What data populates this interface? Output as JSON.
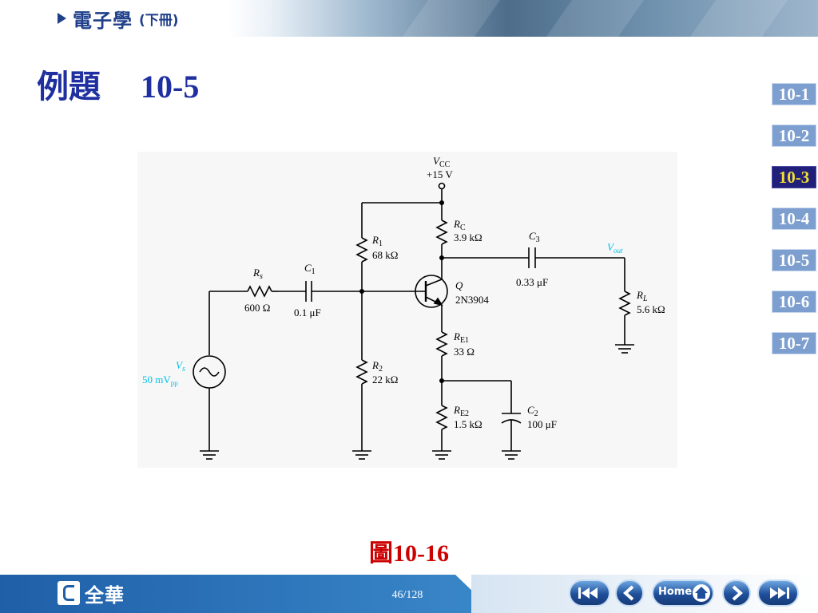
{
  "header": {
    "book_title": "電子學",
    "volume": "(下冊)"
  },
  "slide": {
    "title_word": "例題",
    "title_number": "10-5"
  },
  "section_nav": [
    {
      "label": "10-1",
      "active": false
    },
    {
      "label": "10-2",
      "active": false
    },
    {
      "label": "10-3",
      "active": true
    },
    {
      "label": "10-4",
      "active": false
    },
    {
      "label": "10-5",
      "active": false
    },
    {
      "label": "10-6",
      "active": false
    },
    {
      "label": "10-7",
      "active": false
    }
  ],
  "circuit": {
    "vcc": {
      "name": "V",
      "sub": "CC",
      "value": "+15 V"
    },
    "rs": {
      "name": "R",
      "sub": "s",
      "value": "600 Ω"
    },
    "c1": {
      "name": "C",
      "sub": "1",
      "value": "0.1 μF"
    },
    "r1": {
      "name": "R",
      "sub": "1",
      "value": "68 kΩ"
    },
    "r2": {
      "name": "R",
      "sub": "2",
      "value": "22 kΩ"
    },
    "rc": {
      "name": "R",
      "sub": "C",
      "value": "3.9 kΩ"
    },
    "re1": {
      "name": "R",
      "sub": "E1",
      "value": "33 Ω"
    },
    "re2": {
      "name": "R",
      "sub": "E2",
      "value": "1.5 kΩ"
    },
    "c2": {
      "name": "C",
      "sub": "2",
      "value": "100 μF"
    },
    "c3": {
      "name": "C",
      "sub": "3",
      "value": "0.33 μF"
    },
    "rl": {
      "name": "R",
      "sub": "L",
      "value": "5.6 kΩ"
    },
    "transistor": {
      "name": "Q",
      "part": "2N3904"
    },
    "vs": {
      "name": "V",
      "sub": "s",
      "value": "50 mV",
      "value_sub": "pp"
    },
    "vout": {
      "name": "V",
      "sub": "out"
    }
  },
  "colors": {
    "title": "#1f2fa0",
    "caption": "#cc0000",
    "signal_label": "#00c0e8",
    "nav_active_bg": "#20207a",
    "nav_active_text": "#f4dd33",
    "nav_bg": "#7d9fd0"
  },
  "caption": "圖10-16",
  "footer": {
    "publisher": "全華",
    "page": "46/128",
    "home_label": "Home",
    "buttons": [
      "first-page",
      "previous-page",
      "home",
      "next-page",
      "last-page"
    ]
  }
}
